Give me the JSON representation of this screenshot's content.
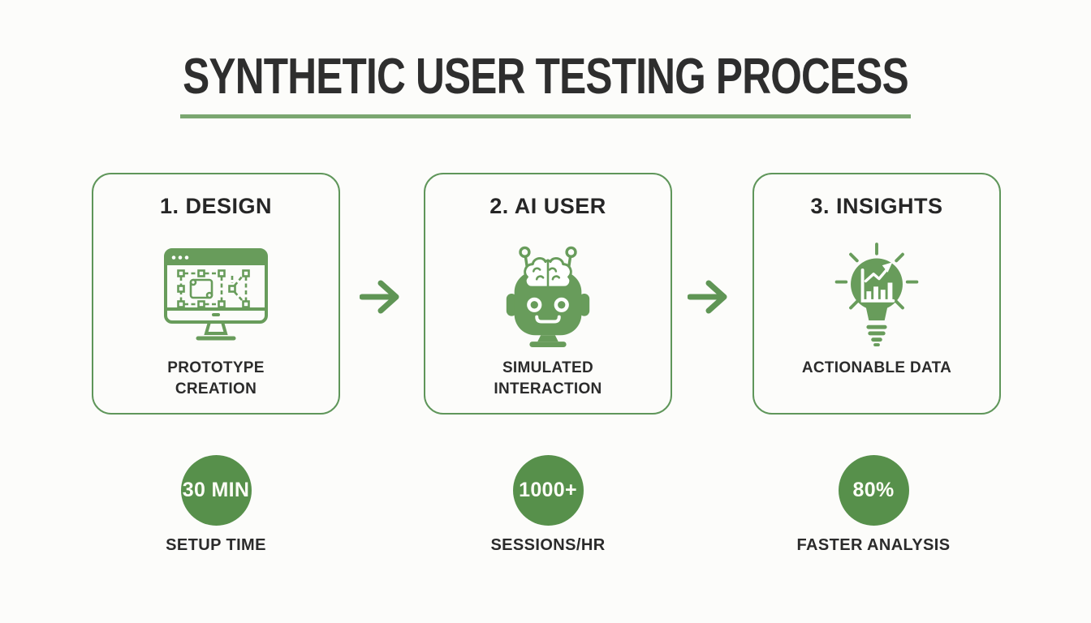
{
  "header": {
    "title": "SYNTHETIC USER TESTING PROCESS"
  },
  "colors": {
    "accent_green": "#5f965a",
    "underline_green": "#7ba771",
    "icon_green": "#689c5b",
    "circle_green": "#57904b",
    "heading_text": "#2e2e2e",
    "body_text": "#2b2b2b",
    "background": "#fcfcfa"
  },
  "steps": [
    {
      "title": "1. DESIGN",
      "icon": "monitor-prototype-icon",
      "caption": "PROTOTYPE CREATION"
    },
    {
      "title": "2. AI USER",
      "icon": "robot-icon",
      "caption": "SIMULATED INTERACTION"
    },
    {
      "title": "3. INSIGHTS",
      "icon": "lightbulb-analytics-icon",
      "caption": "ACTIONABLE DATA"
    }
  ],
  "stats": [
    {
      "value": "30 MIN",
      "label": "SETUP TIME"
    },
    {
      "value": "1000+",
      "label": "SESSIONS/HR"
    },
    {
      "value": "80%",
      "label": "FASTER ANALYSIS"
    }
  ]
}
